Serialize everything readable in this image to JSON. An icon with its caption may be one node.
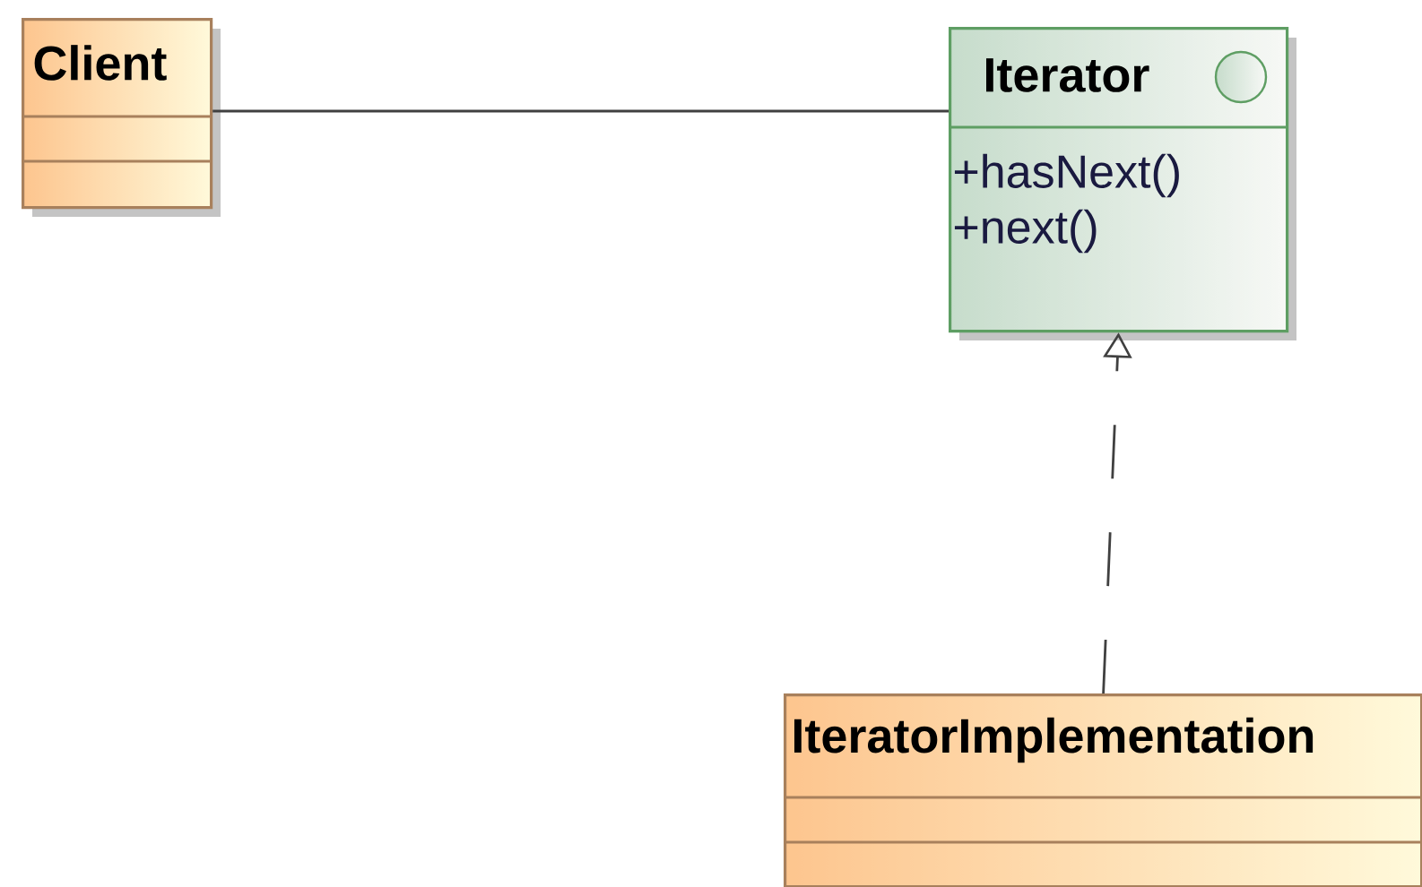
{
  "diagram": {
    "nodes": [
      {
        "text": [
          "Client"
        ]
      },
      {
        "text": [
          "Iterator",
          "+hasNext()",
          "+next()"
        ]
      },
      {
        "text": [
          "IteratorImplementation"
        ]
      }
    ],
    "edges": [
      {
        "from": 0,
        "to": 1,
        "arrow": "none"
      },
      {
        "from": 2,
        "to": 1,
        "arrow": "to",
        "style": "dashed"
      }
    ]
  }
}
